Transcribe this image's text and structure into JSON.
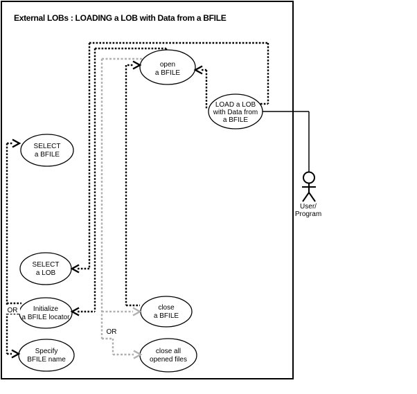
{
  "diagram": {
    "title": "External LOBs : LOADING a LOB with Data from a BFILE",
    "nodes": {
      "open_bfile": {
        "line1": "open",
        "line2": "a BFILE"
      },
      "load_lob": {
        "line1": "LOAD a LOB",
        "line2": "with Data from",
        "line3": "a BFILE"
      },
      "select_bfile": {
        "line1": "SELECT",
        "line2": "a BFILE"
      },
      "select_lob": {
        "line1": "SELECT",
        "line2": "a LOB"
      },
      "initialize_locator": {
        "line1": "Initialize",
        "line2": "a BFILE locator"
      },
      "specify_name": {
        "line1": "Specify",
        "line2": "BFILE name"
      },
      "close_bfile": {
        "line1": "close",
        "line2": "a BFILE"
      },
      "close_all": {
        "line1": "close all",
        "line2": "opened files"
      }
    },
    "or_left": "OR",
    "or_middle": "OR",
    "actor": {
      "line1": "User/",
      "line2": "Program"
    },
    "colors": {
      "line": "#000000",
      "gray_line": "#b0b0b0",
      "background": "#ffffff"
    }
  }
}
